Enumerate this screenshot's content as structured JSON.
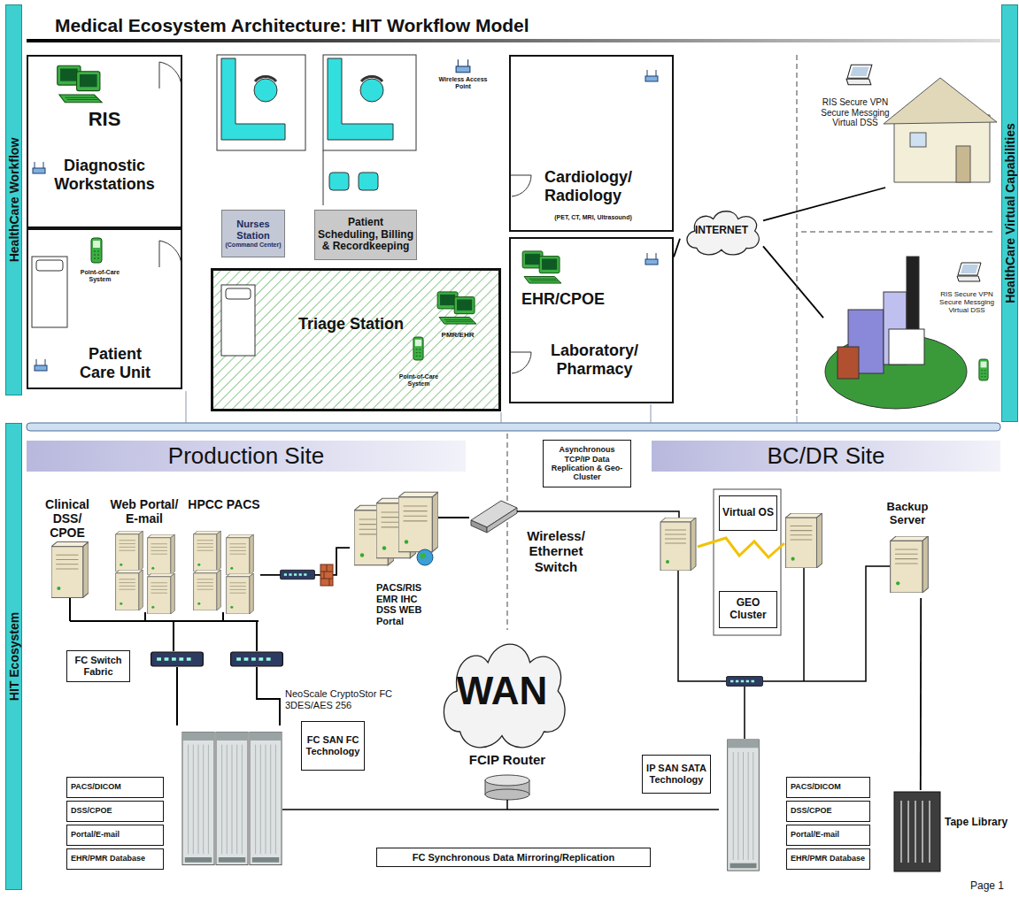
{
  "diagram": {
    "title": "Medical Ecosystem Architecture: HIT Workflow Model",
    "nodes": [
      {
        "text": [
          "HealthCare Workflow"
        ]
      },
      {
        "text": [
          "HIT Ecosystem"
        ]
      },
      {
        "text": [
          "HealthCare Virtual Capabilities"
        ]
      },
      {
        "text": [
          "RIS",
          "Diagnostic Workstations"
        ]
      },
      {
        "text": [
          "Point-of-Care System",
          "Patient Care Unit"
        ]
      },
      {
        "text": [
          "Nurses Station",
          "(Command Center)"
        ]
      },
      {
        "text": [
          "Patient Scheduling, Billing & Recordkeeping"
        ]
      },
      {
        "text": [
          "Triage Station",
          "PMR/EHR",
          "Point-of-Care System"
        ]
      },
      {
        "text": [
          "Cardiology/ Radiology",
          "(PET, CT, MRI, Ultrasound)"
        ]
      },
      {
        "text": [
          "EHR/CPOE",
          "Laboratory/ Pharmacy"
        ]
      },
      {
        "text": [
          "INTERNET"
        ]
      },
      {
        "text": [
          "RIS Secure VPN Secure Messging Virtual DSS"
        ]
      },
      {
        "text": [
          "RIS Secure VPN Secure Messging Virtual DSS"
        ]
      },
      {
        "text": [
          "Production Site"
        ]
      },
      {
        "text": [
          "Asynchronous TCP/IP Data Replication & Geo-Cluster"
        ]
      },
      {
        "text": [
          "BC/DR Site"
        ]
      },
      {
        "text": [
          "Clinical DSS/ CPOE"
        ]
      },
      {
        "text": [
          "Web Portal/ E-mail"
        ]
      },
      {
        "text": [
          "HPCC PACS"
        ]
      },
      {
        "text": [
          "PACS/RIS EMR IHC DSS WEB Portal"
        ]
      },
      {
        "text": [
          "Wireless/ Ethernet Switch"
        ]
      },
      {
        "text": [
          "Virtual OS"
        ]
      },
      {
        "text": [
          "GEO Cluster"
        ]
      },
      {
        "text": [
          "Backup Server"
        ]
      },
      {
        "text": [
          "FC Switch Fabric"
        ]
      },
      {
        "text": [
          "WAN"
        ]
      },
      {
        "text": [
          "FC SAN FC Technology"
        ]
      },
      {
        "text": [
          "FCIP Router"
        ]
      },
      {
        "text": [
          "IP SAN SATA Technology"
        ]
      },
      {
        "text": [
          "Tape Library"
        ]
      },
      {
        "text": [
          "FC Synchronous Data Mirroring/Replication"
        ]
      }
    ],
    "edges": [
      {
        "from": 10,
        "to": 9,
        "arrow": "none"
      },
      {
        "from": 10,
        "to": 11,
        "arrow": "none"
      },
      {
        "from": 10,
        "to": 12,
        "arrow": "none"
      },
      {
        "from": 18,
        "to": 19,
        "arrow": "none"
      },
      {
        "from": 19,
        "to": 20,
        "arrow": "none"
      },
      {
        "from": 23,
        "to": 29,
        "arrow": "none"
      }
    ],
    "labels": [
      "Wireless Access Point",
      "NeoScale CryptoStor FC 3DES/AES 256",
      "PACS/DICOM",
      "DSS/CPOE",
      "Portal/E-mail",
      "EHR/PMR Database",
      "PACS/DICOM",
      "DSS/CPOE",
      "Portal/E-mail",
      "EHR/PMR Database",
      "Page 1"
    ]
  }
}
